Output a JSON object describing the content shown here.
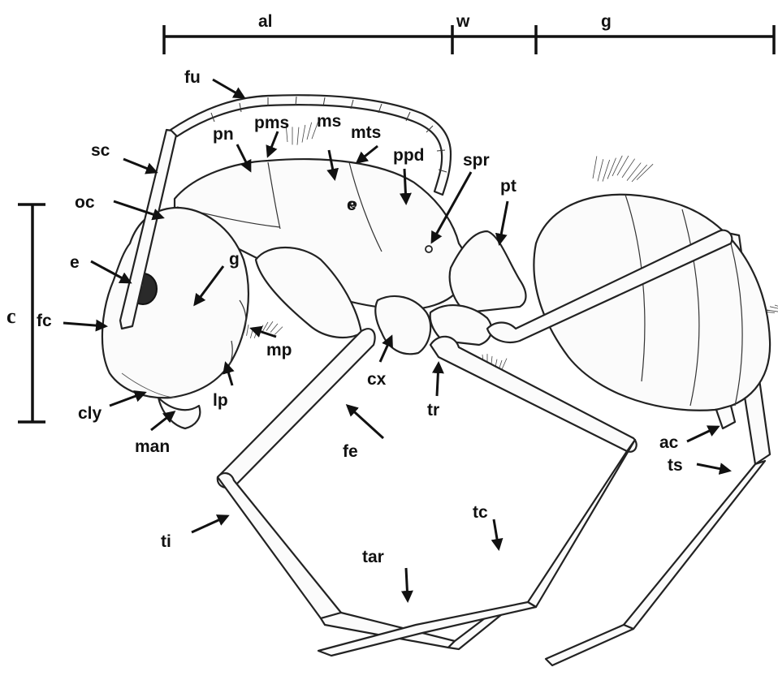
{
  "figure": {
    "scale_labels": {
      "alitrunk": "al",
      "waist": "w",
      "gaster": "g",
      "head_height": "c"
    },
    "labels": {
      "fu": "fu",
      "sc": "sc",
      "pn": "pn",
      "pms": "pms",
      "ms": "ms",
      "mts": "mts",
      "ppd": "ppd",
      "spr": "spr",
      "pt": "pt",
      "oc": "oc",
      "e_head": "e",
      "g_head": "g",
      "e_mesosoma": "e",
      "fc": "fc",
      "mp": "mp",
      "cx": "cx",
      "lp": "lp",
      "cly": "cly",
      "man": "man",
      "tr": "tr",
      "fe": "fe",
      "ac": "ac",
      "ts": "ts",
      "ti": "ti",
      "tar": "tar",
      "tc": "tc"
    }
  }
}
